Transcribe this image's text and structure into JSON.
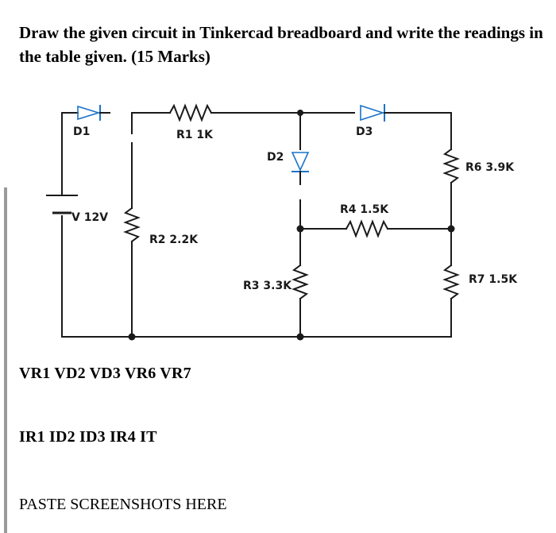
{
  "instruction": "Draw the given circuit in Tinkercad breadboard and write the readings in the table given. (15 Marks)",
  "circuit": {
    "labels": {
      "d1": "D1",
      "r1": "R1 1K",
      "d2": "D2",
      "d3": "D3",
      "v": "V 12V",
      "r2": "R2 2.2K",
      "r6": "R6 3.9K",
      "r4": "R4 1.5K",
      "r3": "R3 3.3K",
      "r7": "R7 1.5K"
    }
  },
  "voltage_row": "VR1 VD2 VD3 VR6 VR7",
  "current_row": "IR1 ID2 ID3 IR4 IT",
  "paste_note": "PASTE SCREENSHOTS HERE"
}
